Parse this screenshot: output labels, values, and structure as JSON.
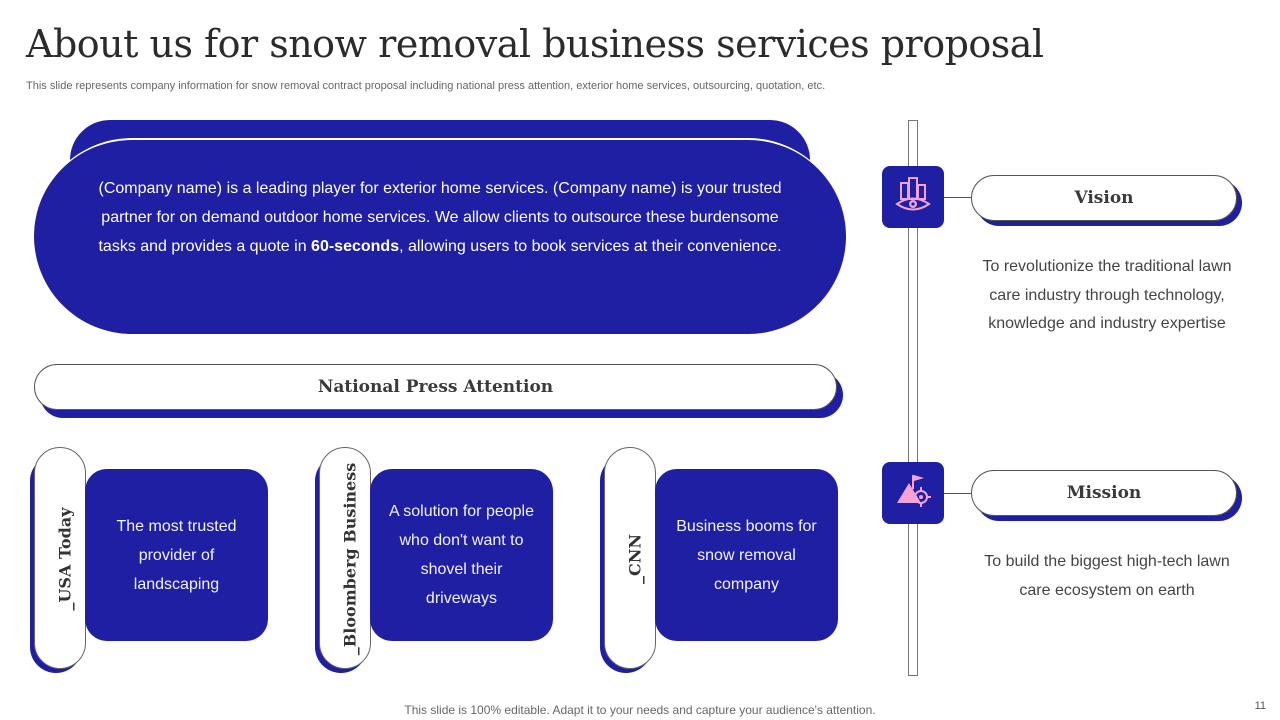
{
  "title": "About us for snow removal business services proposal",
  "subtitle": "This slide represents company information for snow removal contract proposal including national press attention, exterior home services, outsourcing, quotation, etc.",
  "intro": {
    "text_before": "(Company name) is a leading player for exterior home services. (Company name) is your trusted partner for on demand outdoor home services. We allow clients to outsource these burdensome tasks and provides a quote in ",
    "highlight": "60-seconds",
    "text_after": ", allowing users to book services at their convenience."
  },
  "press": {
    "heading": "National Press Attention",
    "items": [
      {
        "source": "_USA Today",
        "text": "The most trusted provider of landscaping"
      },
      {
        "source": "_Bloomberg Business",
        "text": "A solution for people who don't want to shovel their driveways"
      },
      {
        "source": "_CNN",
        "text": "Business booms for snow removal company"
      }
    ]
  },
  "vision": {
    "heading": "Vision",
    "icon": "vision-eye-buildings-icon",
    "text": "To revolutionize the traditional lawn care industry through technology, knowledge and industry expertise"
  },
  "mission": {
    "heading": "Mission",
    "icon": "mission-flag-target-icon",
    "text": "To build the biggest high-tech lawn care ecosystem on earth"
  },
  "footer": "This slide is 100% editable. Adapt it to your needs and capture your audience's attention.",
  "page_number": "11",
  "colors": {
    "accent": "#1f1fa3",
    "icon_pink": "#f5a3d6"
  }
}
